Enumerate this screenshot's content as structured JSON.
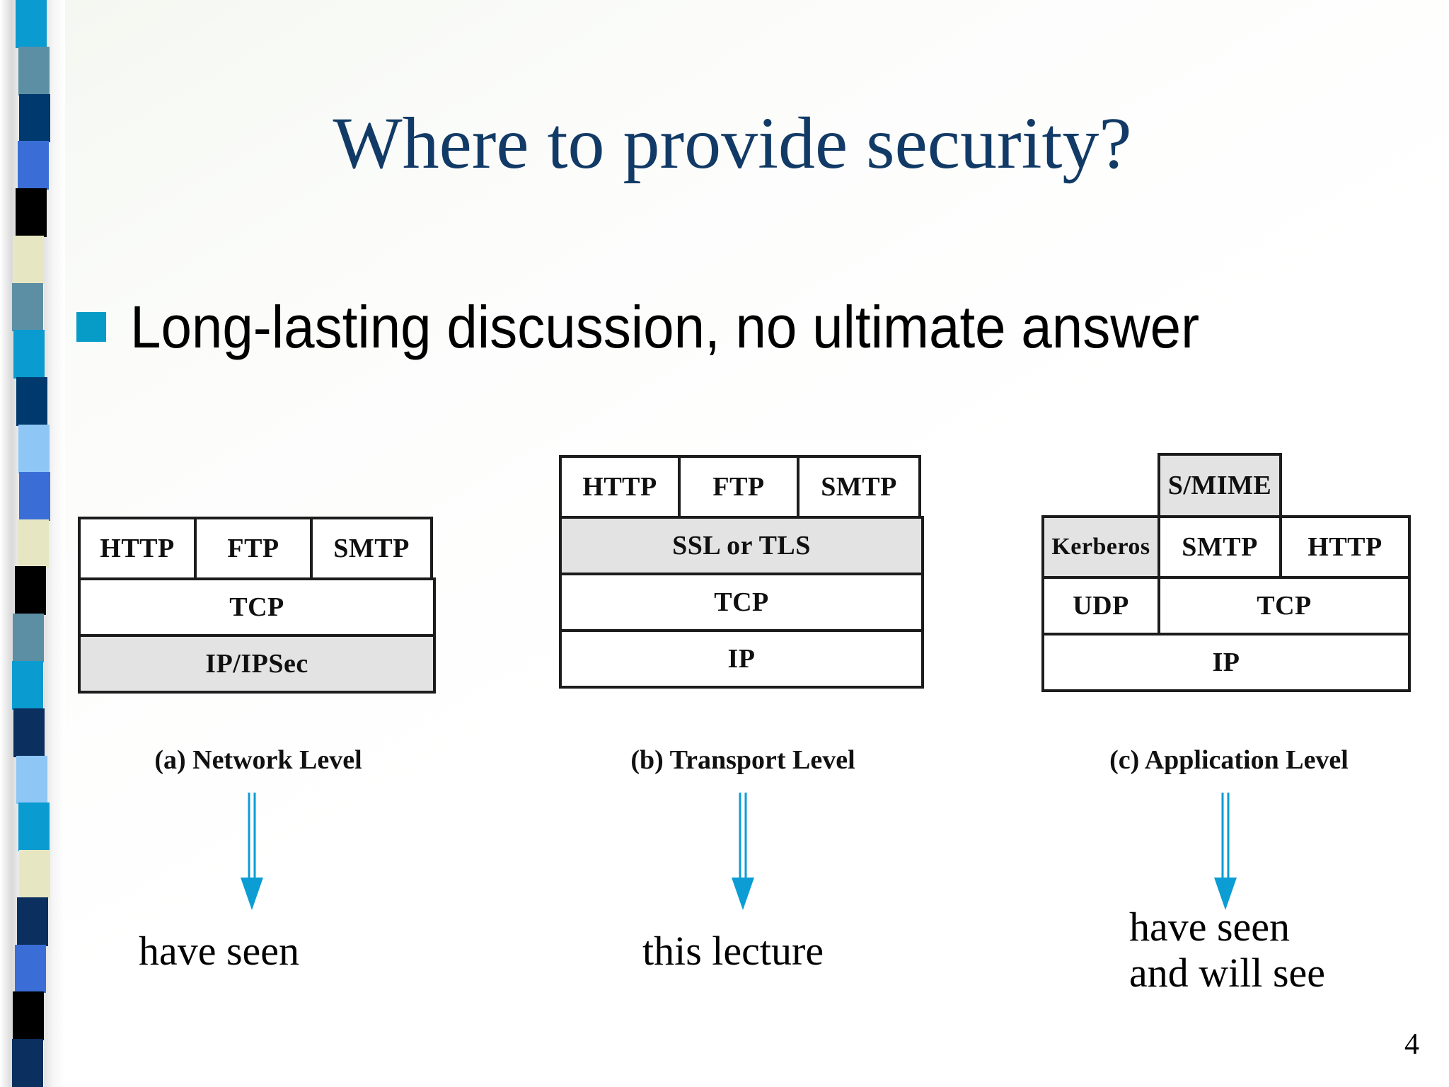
{
  "slide": {
    "title": "Where to provide security?",
    "title_color": "#123a66",
    "page_number": "4",
    "bullet": {
      "marker_color": "#079bc8",
      "text": "Long-lasting discussion, no ultimate answer"
    },
    "accent_color": "#079bc8",
    "shaded_cell_color": "#e3e3e3"
  },
  "stripe": {
    "colors": [
      "#0a9bd0",
      "#5d8fa4",
      "#00396e",
      "#3a6ed6",
      "#000000",
      "#e6e7c2",
      "#5d8fa4",
      "#0a9bd0",
      "#00396e",
      "#8ec6f5",
      "#3a6ed6",
      "#e6e7c2",
      "#000000",
      "#5d8fa4",
      "#0a9bd0",
      "#0b2f5e",
      "#8ec6f5",
      "#0a9bd0",
      "#e6e7c2",
      "#0b2f5e",
      "#3a6ed6",
      "#000000",
      "#0b2f5e"
    ]
  },
  "diagrams": [
    {
      "id": "network-level",
      "caption": "(a) Network Level",
      "rows": [
        {
          "cells": [
            {
              "label": "HTTP",
              "shaded": false
            },
            {
              "label": "FTP",
              "shaded": false
            },
            {
              "label": "SMTP",
              "shaded": false
            }
          ]
        },
        {
          "cells": [
            {
              "label": "TCP",
              "shaded": false
            }
          ]
        },
        {
          "cells": [
            {
              "label": "IP/IPSec",
              "shaded": true
            }
          ]
        }
      ]
    },
    {
      "id": "transport-level",
      "caption": "(b) Transport Level",
      "rows": [
        {
          "cells": [
            {
              "label": "HTTP",
              "shaded": false
            },
            {
              "label": "FTP",
              "shaded": false
            },
            {
              "label": "SMTP",
              "shaded": false
            }
          ]
        },
        {
          "cells": [
            {
              "label": "SSL or TLS",
              "shaded": true
            }
          ]
        },
        {
          "cells": [
            {
              "label": "TCP",
              "shaded": false
            }
          ]
        },
        {
          "cells": [
            {
              "label": "IP",
              "shaded": false
            }
          ]
        }
      ]
    },
    {
      "id": "application-level",
      "caption": "(c) Application Level",
      "rows": [
        {
          "cells": [
            {
              "label": "S/MIME",
              "shaded": true
            }
          ]
        },
        {
          "cells": [
            {
              "label": "Kerberos",
              "shaded": true
            },
            {
              "label": "SMTP",
              "shaded": false
            },
            {
              "label": "HTTP",
              "shaded": false
            }
          ]
        },
        {
          "cells": [
            {
              "label": "UDP",
              "shaded": false
            },
            {
              "label": "TCP",
              "shaded": false
            }
          ]
        },
        {
          "cells": [
            {
              "label": "IP",
              "shaded": false
            }
          ]
        }
      ]
    }
  ],
  "annotations": [
    {
      "id": "annot-a",
      "lines": [
        "have seen"
      ]
    },
    {
      "id": "annot-b",
      "lines": [
        "this lecture"
      ]
    },
    {
      "id": "annot-c",
      "lines": [
        "have seen",
        "and will see"
      ]
    }
  ]
}
